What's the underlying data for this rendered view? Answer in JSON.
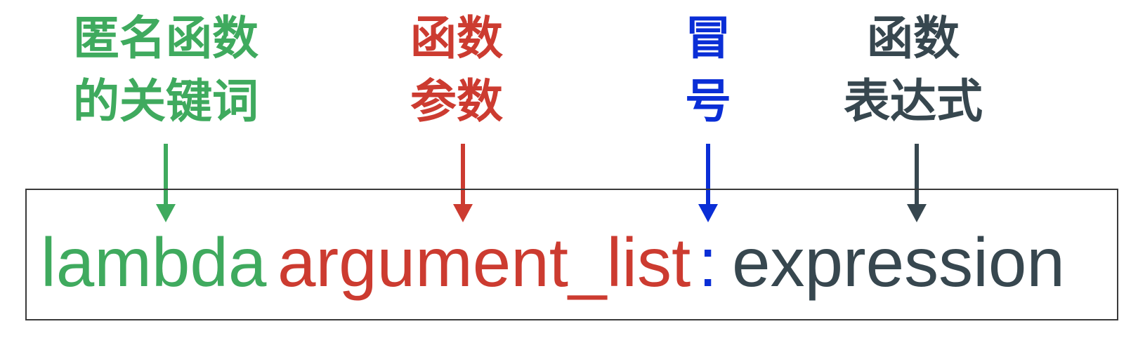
{
  "colors": {
    "keyword": "#3faa5e",
    "args": "#cc3b30",
    "colon": "#0a2ed6",
    "expression": "#37474f",
    "border": "#3a3a3a"
  },
  "labels": {
    "keyword": {
      "line1": "匿名函数",
      "line2": "的关键词"
    },
    "args": {
      "line1": "函数",
      "line2": "参数"
    },
    "colon": {
      "line1": "冒",
      "line2": "号"
    },
    "expression": {
      "line1": "函数",
      "line2": "表达式"
    }
  },
  "code": {
    "keyword": "lambda",
    "args": "argument_list",
    "colon": ":",
    "expression": "expression"
  }
}
